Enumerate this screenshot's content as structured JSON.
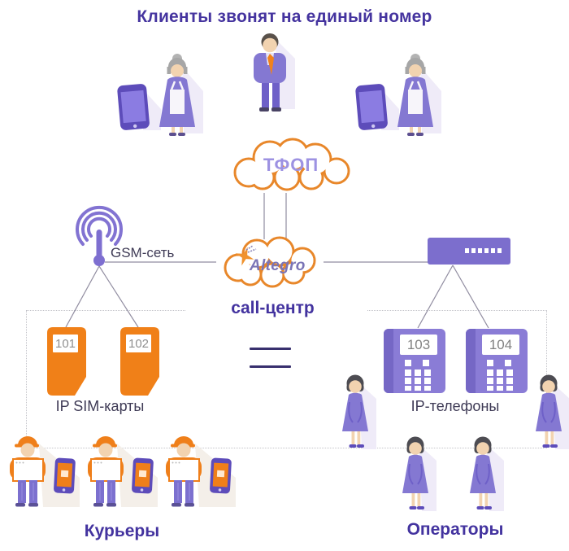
{
  "title": "Клиенты звонят на единый номер",
  "clients": {
    "count": 3
  },
  "clouds": {
    "pstn": {
      "label": "ТФОП"
    },
    "callcenter": {
      "brand": "Altegro",
      "caption": "call-центр"
    }
  },
  "gsm_network": {
    "label": "GSM-сеть"
  },
  "sim_cards": {
    "label": "IP SIM-карты",
    "items": [
      {
        "number": "101"
      },
      {
        "number": "102"
      }
    ]
  },
  "ip_phones": {
    "label": "IP-телефоны",
    "items": [
      {
        "number": "103"
      },
      {
        "number": "104"
      }
    ]
  },
  "couriers": {
    "label": "Курьеры",
    "count": 3
  },
  "operators": {
    "label": "Операторы",
    "count": 4
  },
  "icons": {
    "grandma-client-icon": "elderly woman holding smartphone",
    "man-client-icon": "man in purple suit with orange tie",
    "pstn-cloud-icon": "orange outlined cloud",
    "callcenter-cloud-icon": "orange outlined cloud with Altegro logo",
    "altegro-star-icon": "orange four-point star logo",
    "gsm-antenna-icon": "radio mast with signal arcs",
    "router-icon": "purple switch with white ports",
    "sim-card-icon": "orange SIM card with number tag",
    "ip-phone-icon": "purple desk IP phone with keypad",
    "courier-icon": "courier in orange cap with parcel and smartphone",
    "operator-icon": "female operator in purple dress",
    "equals-icon": "equivalence sign between SIM cards and phones"
  },
  "colors": {
    "accent_purple": "#45349f",
    "figure_purple": "#8478d2",
    "orange": "#ef7f1a",
    "cloud_outline": "#e8872a",
    "label_dark": "#3e3a55",
    "pstn_text": "#9d92e2",
    "line_gray": "#9a96a6",
    "dotted_gray": "#c3c3c9"
  }
}
